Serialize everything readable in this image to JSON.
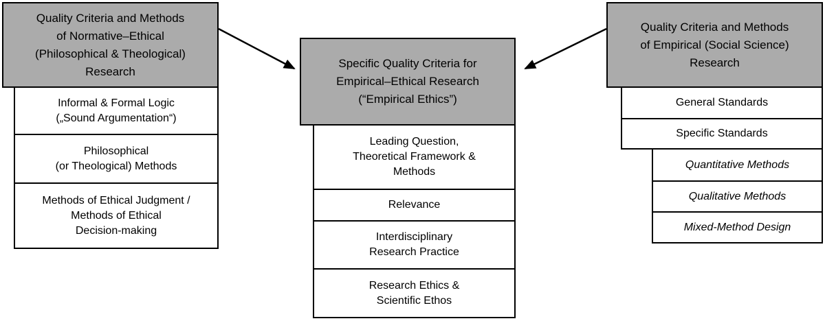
{
  "colors": {
    "box_fill_gray": "#ababab",
    "box_border": "#000000",
    "background": "#ffffff"
  },
  "columns": {
    "left": {
      "header": "Quality Criteria and Methods\nof Normative–Ethical\n(Philosophical & Theological)\nResearch",
      "items": [
        "Informal & Formal Logic\n(„Sound Argumentation“)",
        "Philosophical\n(or Theological) Methods",
        "Methods of Ethical Judgment /\nMethods of Ethical\nDecision-making"
      ]
    },
    "center": {
      "header": "Specific Quality Criteria for\nEmpirical–Ethical Research\n(“Empirical Ethics”)",
      "items": [
        "Leading Question,\nTheoretical Framework &\nMethods",
        "Relevance",
        "Interdisciplinary\nResearch Practice",
        "Research Ethics &\nScientific Ethos"
      ]
    },
    "right": {
      "header": "Quality Criteria and Methods\nof Empirical (Social Science)\nResearch",
      "items": [
        "General Standards",
        "Specific Standards"
      ],
      "sub_items": [
        "Quantitative Methods",
        "Qualitative Methods",
        "Mixed-Method Design"
      ]
    }
  },
  "arrows": [
    {
      "from": "left-header",
      "to": "center-header"
    },
    {
      "from": "right-header",
      "to": "center-header"
    }
  ]
}
